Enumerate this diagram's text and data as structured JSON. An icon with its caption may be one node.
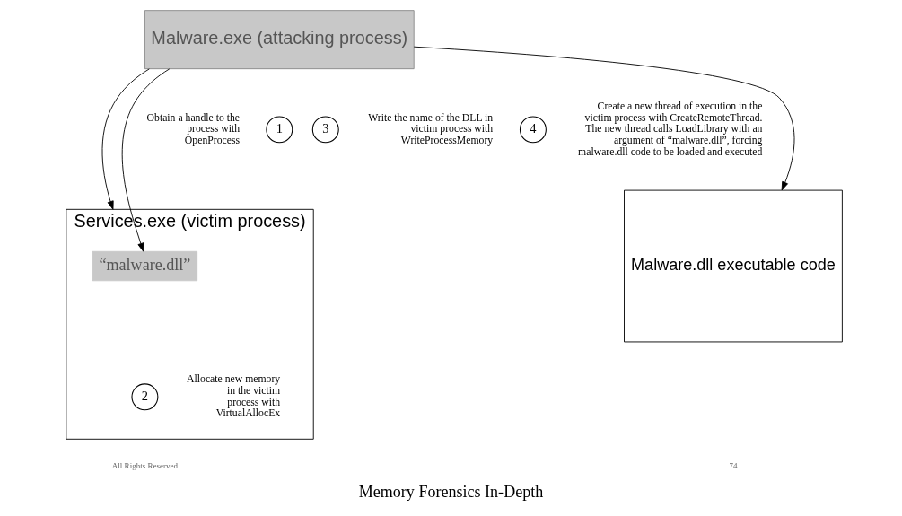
{
  "diagram": {
    "caption": "Memory Forensics In-Depth",
    "nodes": [
      {
        "text": [
          "Malware.exe (attacking process)"
        ]
      },
      {
        "text": [
          "4"
        ],
        "beside": [
          "Create a new thread of execution in the victim process with CreateRemoteThread. The new thread calls LoadLibrary with an argument of “malware.dll”, forcing malware.dll code to be loaded and executed"
        ]
      },
      {
        "text": [
          "1"
        ],
        "beside": [
          "Obtain a handle to the process with OpenProcess"
        ]
      },
      {
        "text": [
          "3"
        ],
        "beside": [
          "Write the name of the DLL in victim process with WriteProcessMemory"
        ]
      },
      {
        "text": [
          "Services.exe (victim process)"
        ]
      },
      {
        "text": [
          "“malware.dll”"
        ],
        "in": 4
      },
      {
        "text": [
          "2"
        ],
        "in": 4,
        "beside": [
          "Allocate new memory in the victim process with VirtualAllocEx"
        ]
      },
      {
        "text": [
          "Malware.dll executable code"
        ]
      }
    ],
    "edges": [
      {
        "from": 0,
        "to": 4,
        "arrow": "to"
      },
      {
        "from": 0,
        "to": 5,
        "arrow": "to"
      },
      {
        "from": 0,
        "to": 7,
        "arrow": "to"
      }
    ],
    "labels": [
      "All Rights Reserved",
      "74"
    ]
  }
}
